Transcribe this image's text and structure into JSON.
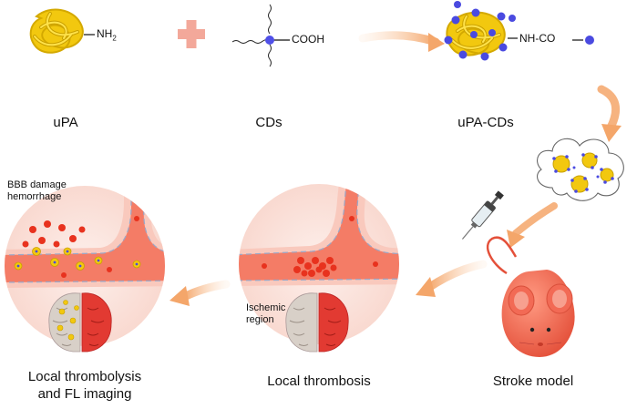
{
  "molecules": {
    "upa": {
      "label": "uPA",
      "group": "NH",
      "group_sub": "2"
    },
    "cds": {
      "label": "CDs",
      "group": "COOH"
    },
    "conjugate": {
      "label": "uPA-CDs",
      "group": "NH-CO"
    }
  },
  "annotations": {
    "bbb_line1": "BBB damage",
    "bbb_line2": "hemorrhage",
    "ischemic_line1": "Ischemic",
    "ischemic_line2": "region"
  },
  "stages": {
    "stroke": "Stroke model",
    "thrombosis": "Local thrombosis",
    "thrombolysis_line1": "Local thrombolysis",
    "thrombolysis_line2": "and FL imaging"
  },
  "colors": {
    "protein": "#f2c80f",
    "protein_dark": "#c9a000",
    "cd_dot": "#4a4ae0",
    "plus": "#f3a89a",
    "arrow": "#f4a66a",
    "vessel": "#f47c66",
    "vessel_wall": "#f9c9bd",
    "blood_cell": "#e8321e",
    "circle_bg": "#fbe4de",
    "mouse": "#f26a55",
    "brain_left": "#d8d0c8",
    "brain_right": "#e23a32"
  },
  "icons": [
    "protein-coil-icon",
    "plus-icon",
    "carbon-dot-icon",
    "syringe-icon",
    "mouse-icon",
    "brain-icon",
    "cloud-icon"
  ]
}
